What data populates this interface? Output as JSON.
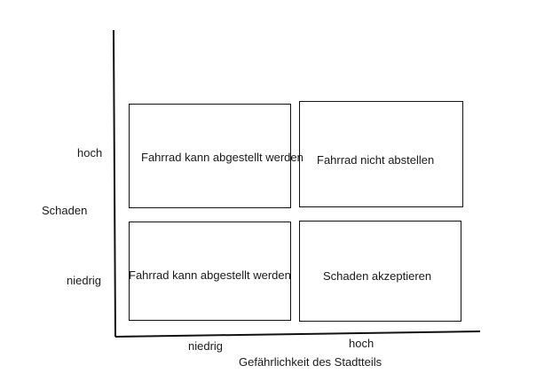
{
  "y_axis": {
    "title": "Schaden",
    "high": "hoch",
    "low": "niedrig"
  },
  "x_axis": {
    "title": "Gefährlichkeit des Stadtteils",
    "low": "niedrig",
    "high": "hoch"
  },
  "matrix": {
    "high_damage_low_danger": "Fahrrad kann abgestellt werden",
    "high_damage_high_danger": "Fahrrad nicht abstellen",
    "low_damage_low_danger": "Fahrrad kann abgestellt werden",
    "low_damage_high_danger": "Schaden akzeptieren"
  }
}
